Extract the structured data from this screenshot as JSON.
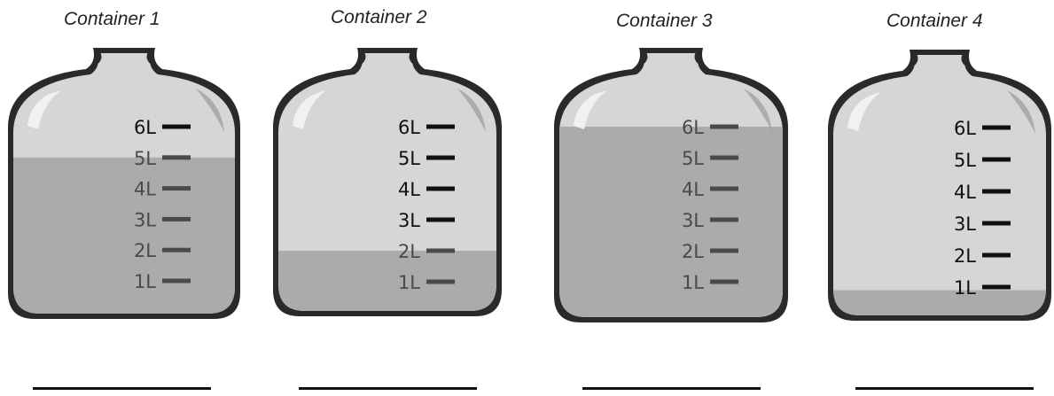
{
  "colors": {
    "outline": "#2a2a2a",
    "glass": "#d6d6d6",
    "liquid": "#ababab",
    "shine": "#f4f4f4",
    "mark_dark": "#111111",
    "mark_muted": "#4a4a4a"
  },
  "scale_labels": [
    "6L",
    "5L",
    "4L",
    "3L",
    "2L",
    "1L"
  ],
  "containers": [
    {
      "title": "Container 1",
      "fill_liters": 5.0
    },
    {
      "title": "Container 2",
      "fill_liters": 2.0
    },
    {
      "title": "Container 3",
      "fill_liters": 6.0
    },
    {
      "title": "Container 4",
      "fill_liters": 0.9
    }
  ],
  "answer_blanks": [
    "",
    "",
    "",
    ""
  ]
}
